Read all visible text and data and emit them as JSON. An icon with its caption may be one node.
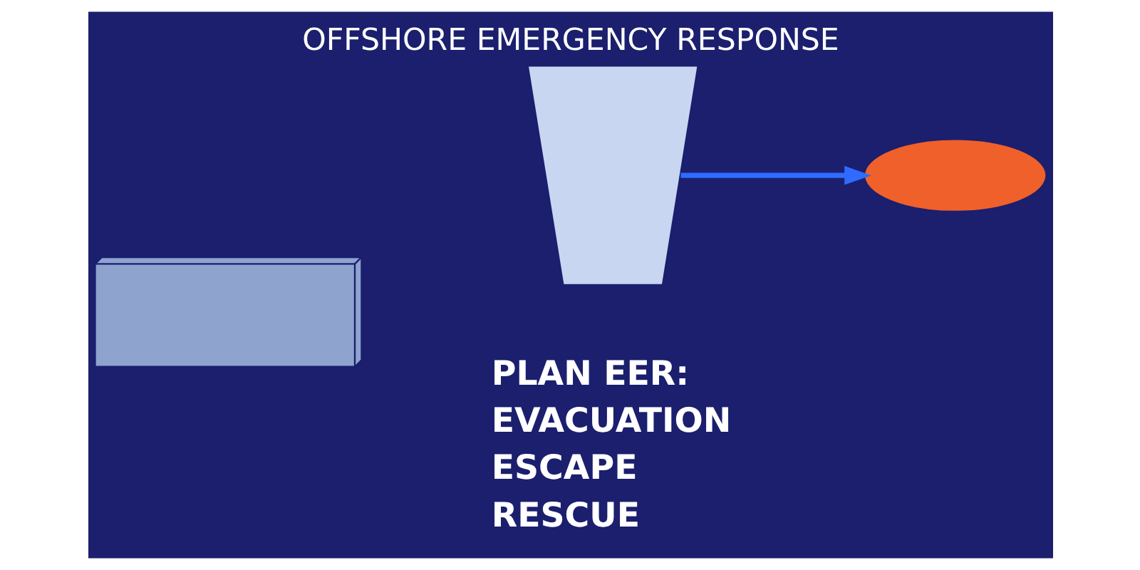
{
  "diagram": {
    "title": "OFFSHORE EMERGENCY RESPONSE",
    "nodes": [
      {
        "text": [],
        "shape": "picture"
      },
      {
        "text": [],
        "shape": "picture"
      },
      {
        "text": [],
        "shape": "boat"
      }
    ],
    "edges": [
      {
        "from": 1,
        "to": 2,
        "arrow": "to"
      }
    ],
    "labels": [
      "PLAN EER:",
      "EVACUATION",
      "ESCAPE",
      "RESCUE"
    ]
  }
}
